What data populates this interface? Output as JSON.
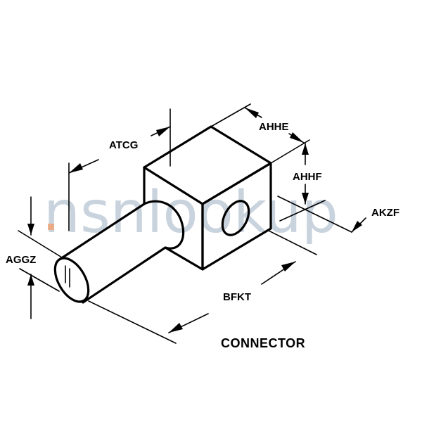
{
  "watermark": "nsnlookup",
  "title": "CONNECTOR",
  "dimensions": {
    "atcg": "ATCG",
    "ahhe": "AHHE",
    "ahhf": "AHHF",
    "akzf": "AKZF",
    "aggz": "AGGZ",
    "bfkt": "BFKT"
  },
  "colors": {
    "line": "#000000",
    "watermark": "#9db0c4",
    "watermark_dot": "#f0a070"
  }
}
